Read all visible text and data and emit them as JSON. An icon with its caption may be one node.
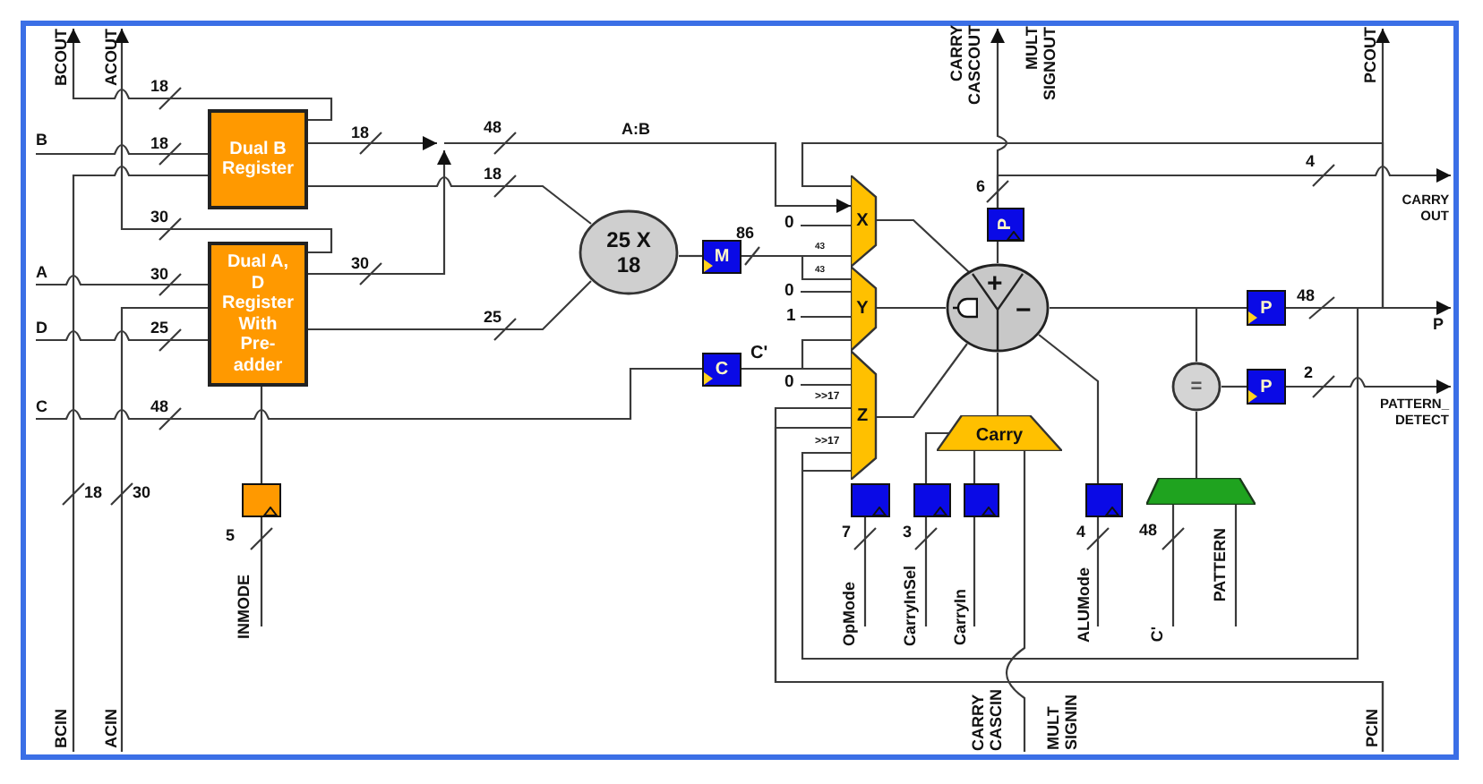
{
  "diagram": {
    "nodes": [
      {
        "text": [
          "BCOUT"
        ]
      },
      {
        "text": [
          "ACOUT"
        ]
      },
      {
        "text": [
          "CARRY CASCOUT"
        ]
      },
      {
        "text": [
          "PCOUT"
        ]
      },
      {
        "text": [
          "B"
        ]
      },
      {
        "text": [
          "Dual B Register"
        ]
      },
      {
        "text": [
          "CARRY OUT"
        ]
      },
      {
        "text": [
          "X"
        ]
      },
      {
        "text": [
          "P"
        ]
      },
      {
        "text": [
          "A"
        ]
      },
      {
        "text": [
          "Dual A, D Register With Pre-adder"
        ]
      },
      {
        "text": [
          "25 X 18"
        ]
      },
      {
        "text": [
          "M"
        ]
      },
      {
        "text": [
          "0"
        ]
      },
      {
        "text": [
          "0"
        ]
      },
      {
        "text": [
          "1"
        ]
      },
      {
        "text": [
          "Y"
        ]
      },
      {
        "text": [
          "+",
          "−"
        ]
      },
      {
        "text": [
          "P"
        ]
      },
      {
        "text": [
          "P"
        ]
      },
      {
        "text": [
          "D"
        ]
      },
      {
        "text": [
          "C"
        ]
      },
      {
        "text": [
          "0"
        ]
      },
      {
        "text": [
          "Z"
        ]
      },
      {
        "text": [
          "="
        ]
      },
      {
        "text": [
          "P"
        ]
      },
      {
        "text": [
          "PATTERN_DETECT"
        ]
      },
      {
        "text": [
          "C"
        ]
      },
      {
        "text": [
          "Carry"
        ]
      },
      {
        "text": [],
        "shape": "box"
      },
      {
        "text": [],
        "shape": "box"
      },
      {
        "text": [],
        "shape": "box"
      },
      {
        "text": [],
        "shape": "box"
      },
      {
        "text": [],
        "shape": "box"
      },
      {
        "text": [],
        "shape": "trapezoid"
      },
      {
        "text": [
          "INMODE"
        ]
      },
      {
        "text": [
          "OpMode"
        ]
      },
      {
        "text": [
          "CarryInSel"
        ]
      },
      {
        "text": [
          "CarryIn"
        ]
      },
      {
        "text": [
          "ALUMode"
        ]
      },
      {
        "text": [
          "C'"
        ]
      },
      {
        "text": [
          "PATTERN"
        ]
      },
      {
        "text": [
          "BCIN"
        ]
      },
      {
        "text": [
          "ACIN"
        ]
      },
      {
        "text": [
          "CARRY CASCIN"
        ]
      },
      {
        "text": [
          "PCIN"
        ]
      }
    ],
    "edges": [
      {
        "from": 5,
        "to": 0,
        "arrow": "to",
        "label": "18"
      },
      {
        "from": 10,
        "to": 1,
        "arrow": "to",
        "label": "30"
      },
      {
        "from": 4,
        "to": 5,
        "arrow": "none",
        "label": "18"
      },
      {
        "from": 42,
        "to": 5,
        "arrow": "none",
        "label": "18"
      },
      {
        "from": 9,
        "to": 10,
        "arrow": "none",
        "label": "30"
      },
      {
        "from": 20,
        "to": 10,
        "arrow": "none",
        "label": "25"
      },
      {
        "from": 43,
        "to": 10,
        "arrow": "none",
        "label": "30"
      },
      {
        "from": 35,
        "to": 29,
        "arrow": "none",
        "label": "5"
      },
      {
        "from": 29,
        "to": 10,
        "arrow": "none"
      },
      {
        "from": 5,
        "to": 7,
        "arrow": "to",
        "label": "18"
      },
      {
        "from": 10,
        "to": 7,
        "arrow": "to",
        "label": "30"
      },
      {
        "from": 5,
        "to": 11,
        "arrow": "none",
        "label": "18"
      },
      {
        "from": 10,
        "to": 11,
        "arrow": "none",
        "label": "25"
      },
      {
        "from": 11,
        "to": 12,
        "arrow": "none"
      },
      {
        "from": 12,
        "to": 7,
        "arrow": "none",
        "label": "43"
      },
      {
        "from": 12,
        "to": 16,
        "arrow": "none",
        "label": "43"
      },
      {
        "from": 27,
        "to": 21,
        "arrow": "none",
        "label": "48"
      },
      {
        "from": 21,
        "to": 16,
        "arrow": "none",
        "label": "C'"
      },
      {
        "from": 21,
        "to": 23,
        "arrow": "none"
      },
      {
        "from": 13,
        "to": 7,
        "arrow": "none"
      },
      {
        "from": 14,
        "to": 16,
        "arrow": "none"
      },
      {
        "from": 15,
        "to": 16,
        "arrow": "none"
      },
      {
        "from": 22,
        "to": 23,
        "arrow": "none"
      },
      {
        "from": 45,
        "to": 23,
        "arrow": "none",
        "label": ">>17"
      },
      {
        "from": 45,
        "to": 23,
        "arrow": "none"
      },
      {
        "from": 18,
        "to": 23,
        "arrow": "none",
        "label": ">>17"
      },
      {
        "from": 18,
        "to": 23,
        "arrow": "none"
      },
      {
        "from": 18,
        "to": 7,
        "arrow": "none"
      },
      {
        "from": 7,
        "to": 17,
        "arrow": "none"
      },
      {
        "from": 16,
        "to": 17,
        "arrow": "none"
      },
      {
        "from": 23,
        "to": 17,
        "arrow": "none"
      },
      {
        "from": 28,
        "to": 17,
        "arrow": "none"
      },
      {
        "from": 31,
        "to": 28,
        "arrow": "none"
      },
      {
        "from": 32,
        "to": 28,
        "arrow": "none"
      },
      {
        "from": 44,
        "to": 28,
        "arrow": "none"
      },
      {
        "from": 36,
        "to": 30,
        "arrow": "none",
        "label": "7"
      },
      {
        "from": 37,
        "to": 31,
        "arrow": "none",
        "label": "3"
      },
      {
        "from": 38,
        "to": 32,
        "arrow": "none"
      },
      {
        "from": 39,
        "to": 33,
        "arrow": "none",
        "label": "4"
      },
      {
        "from": 33,
        "to": 17,
        "arrow": "none"
      },
      {
        "from": 17,
        "to": 8,
        "arrow": "none"
      },
      {
        "from": 8,
        "to": 2,
        "arrow": "to",
        "label": "6"
      },
      {
        "from": 8,
        "to": 6,
        "arrow": "to",
        "label": "4"
      },
      {
        "from": 17,
        "to": 18,
        "arrow": "none"
      },
      {
        "from": 18,
        "to": 19,
        "arrow": "to",
        "label": "48"
      },
      {
        "from": 18,
        "to": 3,
        "arrow": "to"
      },
      {
        "from": 17,
        "to": 24,
        "arrow": "none"
      },
      {
        "from": 24,
        "to": 25,
        "arrow": "none"
      },
      {
        "from": 25,
        "to": 26,
        "arrow": "to",
        "label": "2"
      },
      {
        "from": 40,
        "to": 34,
        "arrow": "none",
        "label": "48"
      },
      {
        "from": 41,
        "to": 34,
        "arrow": "none"
      },
      {
        "from": 34,
        "to": 24,
        "arrow": "none"
      }
    ],
    "labels": [
      "MULT SIGNOUT",
      "48",
      "A:B",
      "86",
      "MULT SIGNIN"
    ]
  }
}
